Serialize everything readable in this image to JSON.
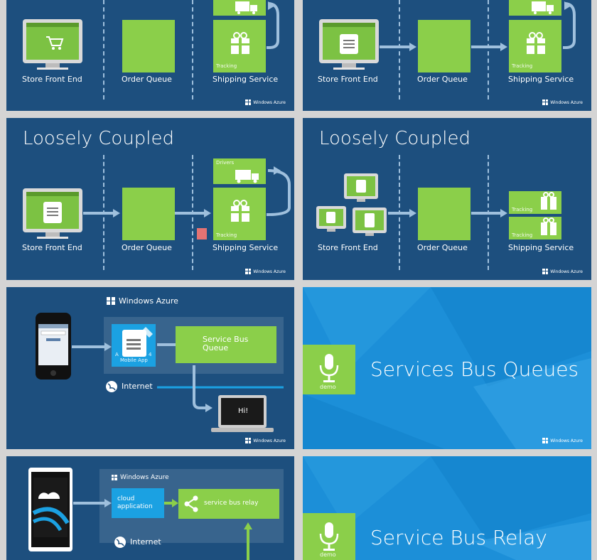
{
  "slide1": {
    "store_label": "Store Front End",
    "queue_label": "Order Queue",
    "shipping_label": "Shipping Service",
    "tracking_label": "Tracking",
    "logo": "Windows Azure"
  },
  "slide2": {
    "store_label": "Store Front End",
    "queue_label": "Order Queue",
    "shipping_label": "Shipping Service",
    "tracking_label": "Tracking",
    "logo": "Windows Azure"
  },
  "slide3": {
    "title": "Loosely Coupled",
    "store_label": "Store Front End",
    "queue_label": "Order Queue",
    "shipping_label": "Shipping Service",
    "drivers_label": "Drivers",
    "tracking_label": "Tracking",
    "logo": "Windows Azure"
  },
  "slide4": {
    "title": "Loosely Coupled",
    "store_label": "Store Front End",
    "queue_label": "Order Queue",
    "shipping_label": "Shipping Service",
    "tracking_label_1": "Tracking",
    "tracking_label_2": "Tracking",
    "logo": "Windows Azure"
  },
  "slide5": {
    "azure_label": "Windows Azure",
    "mobile_label_a": "A",
    "mobile_label_b": "4",
    "mobile_app_label": "Mobile App",
    "bus_label": "Service Bus\nQueue",
    "internet_label": "Internet",
    "hi_label": "Hi!",
    "logo": "Windows Azure"
  },
  "slide6": {
    "demo_label": "demo",
    "title": "Services Bus Queues",
    "logo": "Windows Azure"
  },
  "slide7": {
    "azure_label": "Windows Azure",
    "cloud_label": "cloud\napplication",
    "relay_label": "service bus relay",
    "internet_label": "Internet"
  },
  "slide8": {
    "demo_label": "demo",
    "title": "Service Bus Relay"
  },
  "colors": {
    "dark_slide": "#1d4f7e",
    "blue_slide": "#1c8fd8",
    "green": "#8bcf4a",
    "accent_blue": "#1ba1e2"
  }
}
